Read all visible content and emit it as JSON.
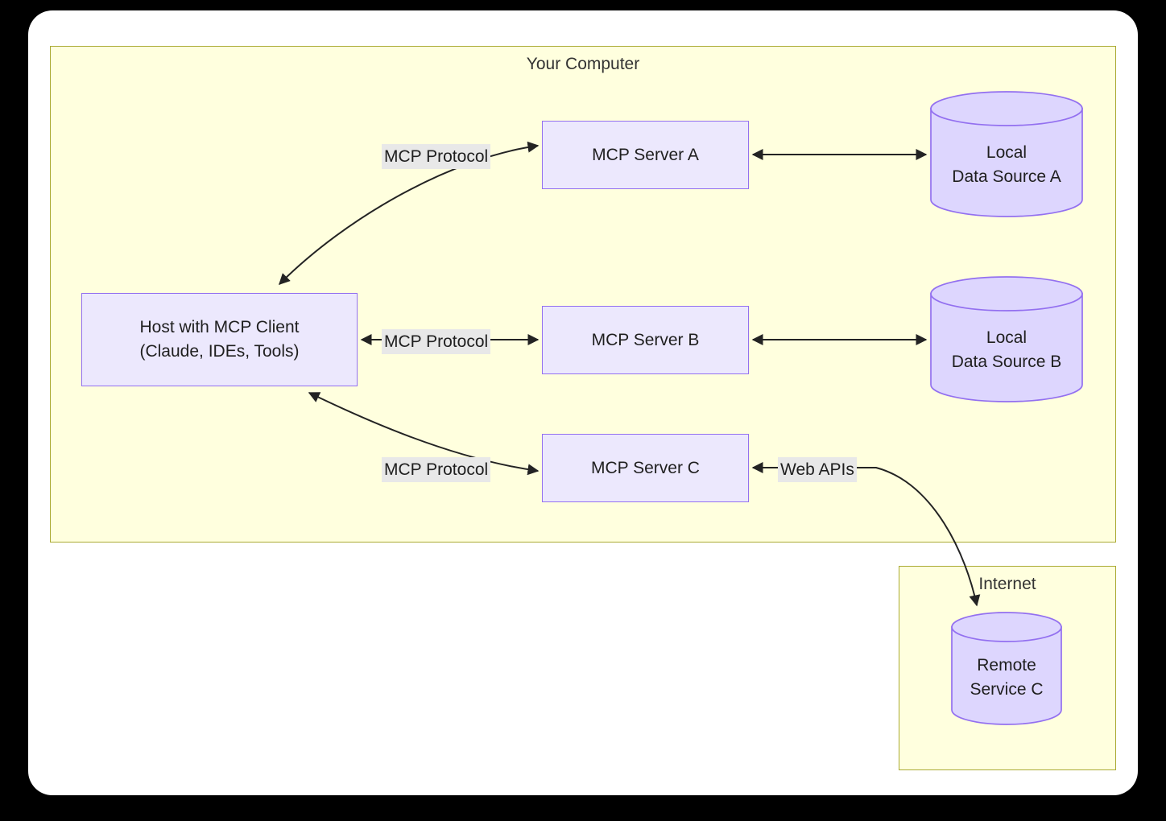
{
  "diagram": {
    "type": "architecture-flowchart",
    "clusters": [
      {
        "id": "your-computer",
        "title": "Your Computer"
      },
      {
        "id": "internet",
        "title": "Internet"
      }
    ],
    "nodes": {
      "host": {
        "line1": "Host with MCP Client",
        "line2": "(Claude, IDEs, Tools)"
      },
      "server_a": {
        "label": "MCP Server A"
      },
      "server_b": {
        "label": "MCP Server B"
      },
      "server_c": {
        "label": "MCP Server C"
      },
      "data_source_a": {
        "line1": "Local",
        "line2": "Data Source A"
      },
      "data_source_b": {
        "line1": "Local",
        "line2": "Data Source B"
      },
      "remote_service_c": {
        "line1": "Remote",
        "line2": "Service C"
      }
    },
    "edge_labels": {
      "mcp_protocol_a": "MCP Protocol",
      "mcp_protocol_b": "MCP Protocol",
      "mcp_protocol_c": "MCP Protocol",
      "web_apis": "Web APIs"
    },
    "colors": {
      "cluster_fill": "#ffffde",
      "cluster_border": "#aaaa33",
      "node_fill": "#ece8fd",
      "node_border": "#9370f0",
      "edge_stroke": "#232323",
      "edge_label_bg": "#e8e8e8",
      "text": "#1f1f1f",
      "page_bg": "#ffffff",
      "canvas_bg": "#000000"
    }
  }
}
